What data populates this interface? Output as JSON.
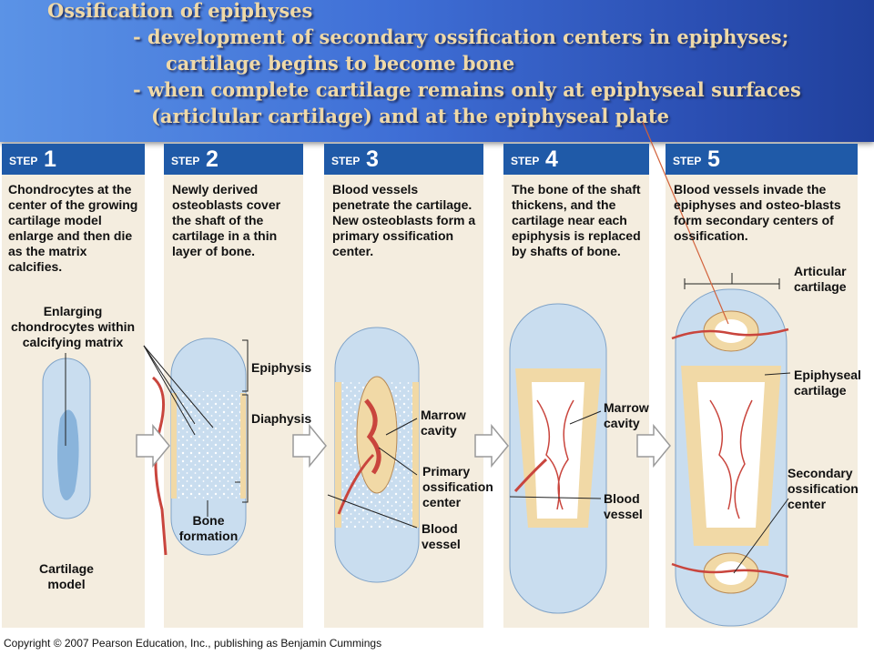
{
  "title": {
    "line1": "Ossification of epiphyses",
    "line2": "- development of secondary ossification centers in epiphyses;",
    "line3": "cartilage begins to become bone",
    "line4": "- when complete cartilage remains only at epiphyseal surfaces",
    "line5": "(articlular cartilage) and at the epiphyseal plate"
  },
  "steps": [
    {
      "step_word": "STEP",
      "number": "1",
      "description": "Chondrocytes at the center of the growing cartilage model enlarge and then die as the matrix calcifies."
    },
    {
      "step_word": "STEP",
      "number": "2",
      "description": "Newly derived osteoblasts cover the shaft of the cartilage in a thin layer of bone."
    },
    {
      "step_word": "STEP",
      "number": "3",
      "description": "Blood vessels penetrate the cartilage. New osteoblasts form a primary ossification center."
    },
    {
      "step_word": "STEP",
      "number": "4",
      "description": "The bone of the shaft thickens, and the cartilage near each epiphysis is replaced by shafts of bone."
    },
    {
      "step_word": "STEP",
      "number": "5",
      "description": "Blood vessels invade the epiphyses and osteo-blasts form secondary centers of ossification."
    }
  ],
  "labels": {
    "enlarging_chondrocytes": "Enlarging chondrocytes within calcifying matrix",
    "cartilage_model": "Cartilage model",
    "epiphysis": "Epiphysis",
    "diaphysis": "Diaphysis",
    "bone_formation": "Bone formation",
    "marrow_cavity_3": "Marrow cavity",
    "primary_center": "Primary ossification center",
    "blood_vessel_3": "Blood vessel",
    "marrow_cavity_4": "Marrow cavity",
    "blood_vessel_4": "Blood vessel",
    "articular_cartilage": "Articular cartilage",
    "epiphyseal_cartilage": "Epiphyseal cartilage",
    "secondary_center": "Secondary ossification center"
  },
  "copyright": "Copyright © 2007 Pearson Education, Inc., publishing as Benjamin Cummings",
  "colors": {
    "header_bg": "#3f6fd6",
    "title_text": "#efd9a8",
    "step_header": "#1f5aa8",
    "panel_bg": "#f4eddf",
    "cartilage": "#c9ddef",
    "bone": "#f1d9a6",
    "blood_vessel": "#c9453d",
    "pointer_line": "#d2613a"
  }
}
